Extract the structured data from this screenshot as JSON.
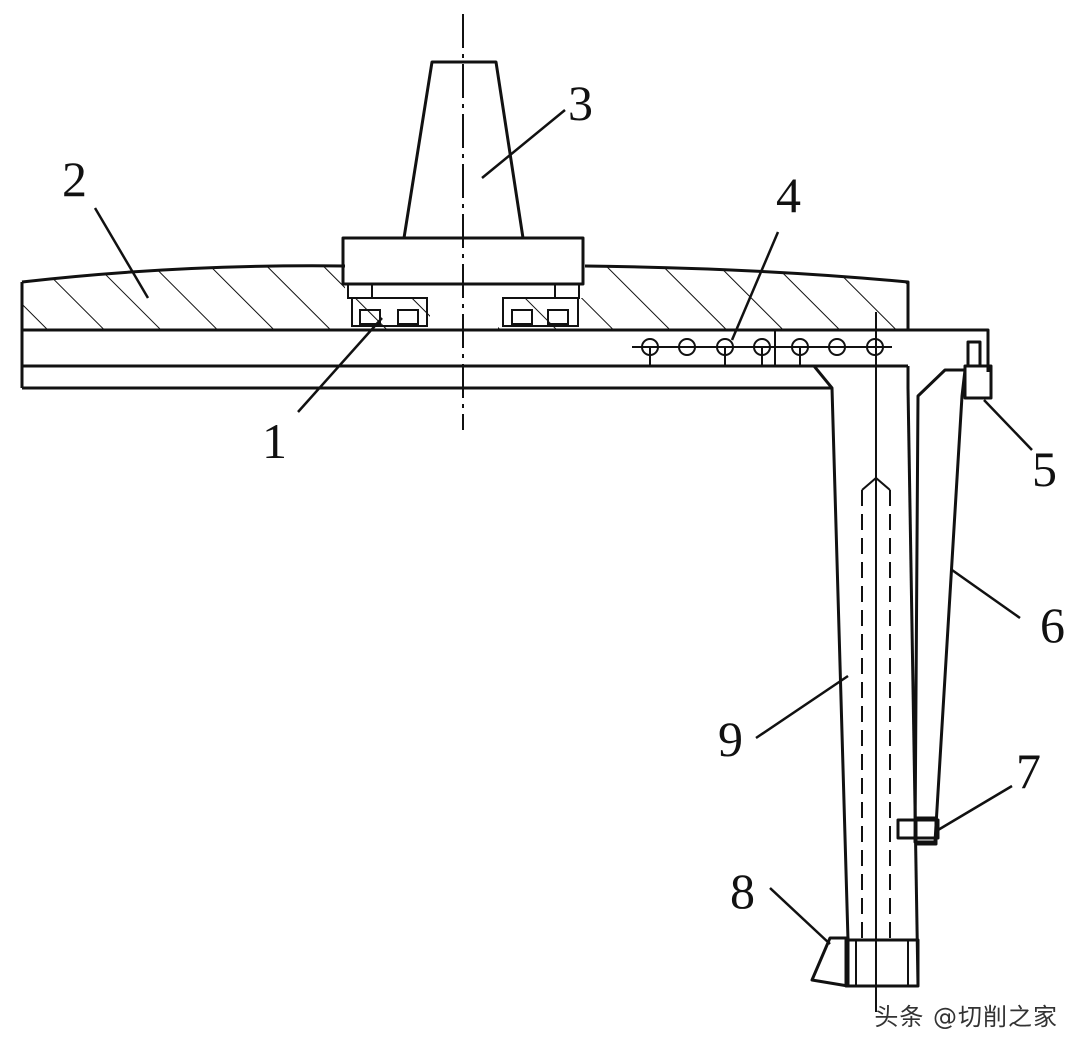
{
  "diagram": {
    "callouts": [
      {
        "id": "1",
        "text": "1"
      },
      {
        "id": "2",
        "text": "2"
      },
      {
        "id": "3",
        "text": "3"
      },
      {
        "id": "4",
        "text": "4"
      },
      {
        "id": "5",
        "text": "5"
      },
      {
        "id": "6",
        "text": "6"
      },
      {
        "id": "7",
        "text": "7"
      },
      {
        "id": "8",
        "text": "8"
      },
      {
        "id": "9",
        "text": "9"
      }
    ],
    "watermark": "头条 @切削之家",
    "colors": {
      "line": "#111111",
      "background": "#ffffff"
    }
  }
}
